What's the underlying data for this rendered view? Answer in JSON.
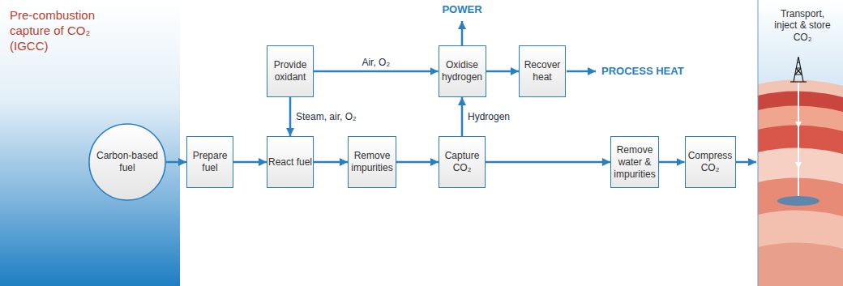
{
  "diagram": {
    "title": "Pre-combustion capture of CO₂ (IGCC)",
    "nodes": [
      {
        "text": [
          "Carbon-based fuel"
        ]
      },
      {
        "text": [
          "Prepare fuel"
        ]
      },
      {
        "text": [
          "React fuel"
        ]
      },
      {
        "text": [
          "Remove impurities"
        ]
      },
      {
        "text": [
          "Capture CO₂"
        ]
      },
      {
        "text": [
          "Provide oxidant"
        ]
      },
      {
        "text": [
          "Oxidise hydrogen"
        ]
      },
      {
        "text": [
          "Recover heat"
        ]
      },
      {
        "text": [
          "Remove water & impurities"
        ]
      },
      {
        "text": [
          "Compress CO₂"
        ]
      }
    ],
    "edges": [
      {
        "from": 0,
        "to": 1,
        "arrow": "to"
      },
      {
        "from": 1,
        "to": 2,
        "arrow": "to"
      },
      {
        "from": 2,
        "to": 3,
        "arrow": "to"
      },
      {
        "from": 3,
        "to": 4,
        "arrow": "to"
      },
      {
        "from": 4,
        "to": 8,
        "arrow": "to"
      },
      {
        "from": 8,
        "to": 9,
        "arrow": "to"
      },
      {
        "from": 5,
        "to": 2,
        "label": "Steam, air, O₂",
        "arrow": "to"
      },
      {
        "from": 5,
        "to": 6,
        "label": "Air, O₂",
        "arrow": "to"
      },
      {
        "from": 4,
        "to": 6,
        "label": "Hydrogen",
        "arrow": "to"
      },
      {
        "from": 6,
        "to": 7,
        "arrow": "to"
      }
    ],
    "labels": [
      "POWER",
      "PROCESS HEAT",
      "Transport, inject & store CO₂"
    ]
  }
}
